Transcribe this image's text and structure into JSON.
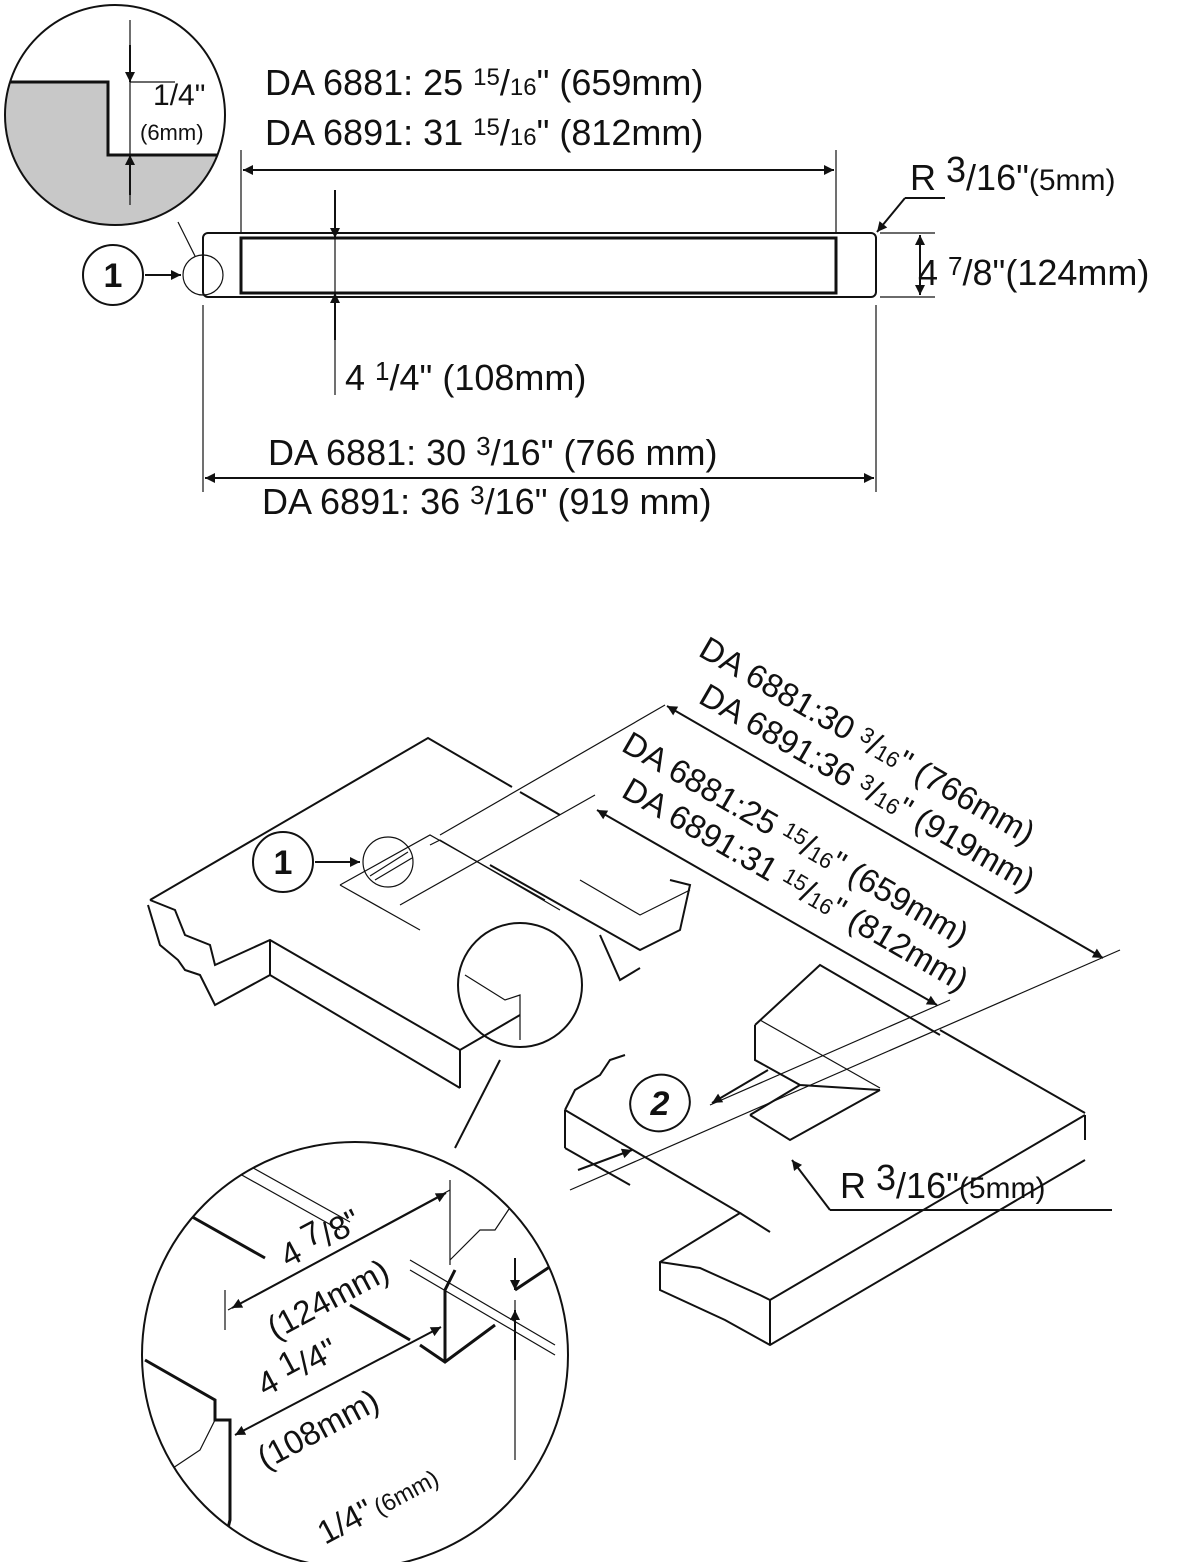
{
  "top_view": {
    "detail_label": {
      "num": "1",
      "den": "4",
      "in": "\"",
      "mm": "(6mm)"
    },
    "callout_1": "1",
    "inner_width": [
      {
        "pre": "DA 6881: 25 ",
        "num": "15",
        "den": "16",
        "post": "\" (659mm)"
      },
      {
        "pre": "DA 6891: 31 ",
        "num": "15",
        "den": "16",
        "post": "\" (812mm)"
      }
    ],
    "radius": {
      "pre": "R ",
      "num": "3",
      "den": "16",
      "post": "\"",
      "mm": "(5mm)"
    },
    "outer_height": {
      "pre": "4 ",
      "num": "7",
      "den": "8",
      "post": "\"(124mm)"
    },
    "inner_height": {
      "pre": "4 ",
      "num": "1",
      "den": "4",
      "post": "\" (108mm)"
    },
    "outer_width": [
      {
        "pre": "DA 6881: 30 ",
        "num": "3",
        "den": "16",
        "post": "\" (766 mm)"
      },
      {
        "pre": "DA 6891: 36 ",
        "num": "3",
        "den": "16",
        "post": "\" (919 mm)"
      }
    ]
  },
  "iso_view": {
    "outer_width": [
      {
        "pre": "DA 6881:30 ",
        "num": "3",
        "den": "16",
        "post": "\" (766mm)"
      },
      {
        "pre": "DA 6891:36 ",
        "num": "3",
        "den": "16",
        "post": "\" (919mm)"
      }
    ],
    "inner_width": [
      {
        "pre": "DA 6881:25 ",
        "num": "15",
        "den": "16",
        "post": "\" (659mm)"
      },
      {
        "pre": "DA 6891:31 ",
        "num": "15",
        "den": "16",
        "post": "\" (812mm)"
      }
    ],
    "callout_1": "1",
    "callout_2": "2",
    "radius": {
      "pre": "R ",
      "num": "3",
      "den": "16",
      "post": "\"",
      "mm": "(5mm)"
    },
    "zoom": {
      "outer_height": {
        "pre": "4 ",
        "num": "7",
        "den": "8",
        "post": "\""
      },
      "outer_height_mm": "(124mm)",
      "inner_height": {
        "pre": "4 ",
        "num": "1",
        "den": "4",
        "post": "\""
      },
      "inner_height_mm": "(108mm)",
      "step": {
        "num": "1",
        "den": "4",
        "post": "\"",
        "mm": "(6mm)"
      }
    }
  }
}
